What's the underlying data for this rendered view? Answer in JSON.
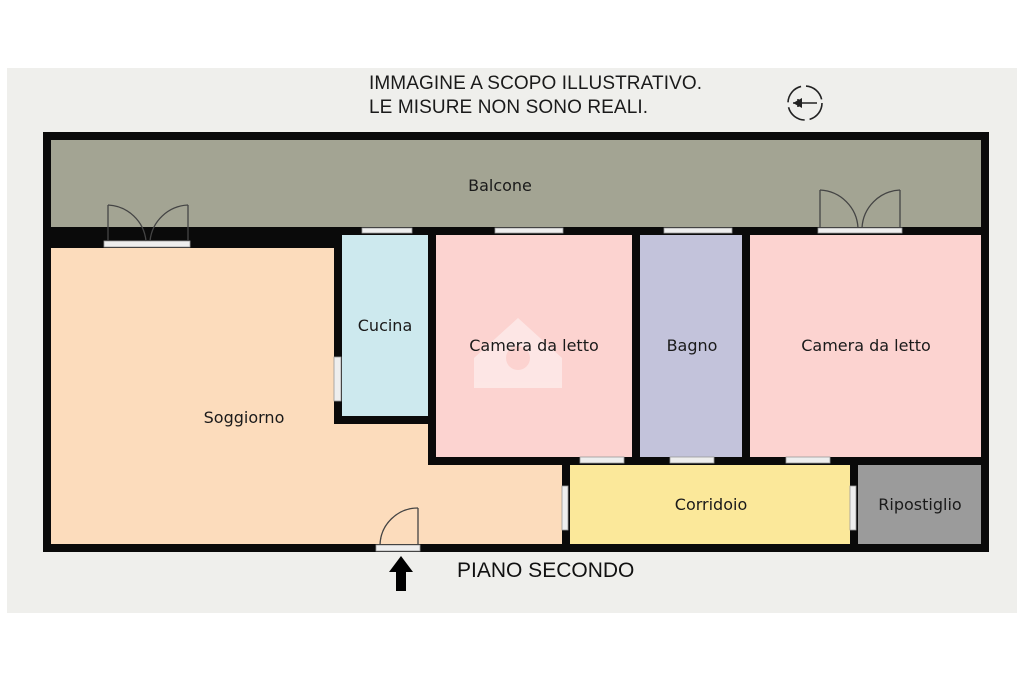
{
  "notice": {
    "line1": "IMMAGINE A SCOPO ILLUSTRATIVO.",
    "line2": "LE MISURE NON SONO REALI."
  },
  "floor": {
    "label": "PIANO SECONDO"
  },
  "rooms": {
    "balcony": "Balcone",
    "kitchen": "Cucina",
    "bedroom1": "Camera da letto",
    "bathroom": "Bagno",
    "bedroom2": "Camera da letto",
    "living": "Soggiorno",
    "corridor": "Corridoio",
    "storage": "Ripostiglio"
  },
  "colors": {
    "balcony": "#a3a493",
    "kitchen": "#cde9ee",
    "bedroom": "#fcd3d0",
    "bathroom": "#c3c3db",
    "living": "#fcdcbc",
    "corridor": "#fbe89a",
    "storage": "#9b9b9b",
    "wall": "#0a0a0a",
    "background": "#efefec"
  },
  "icons": {
    "compass": "compass-icon",
    "entrance": "entrance-arrow-icon",
    "watermark": "watermark-logo-icon"
  }
}
